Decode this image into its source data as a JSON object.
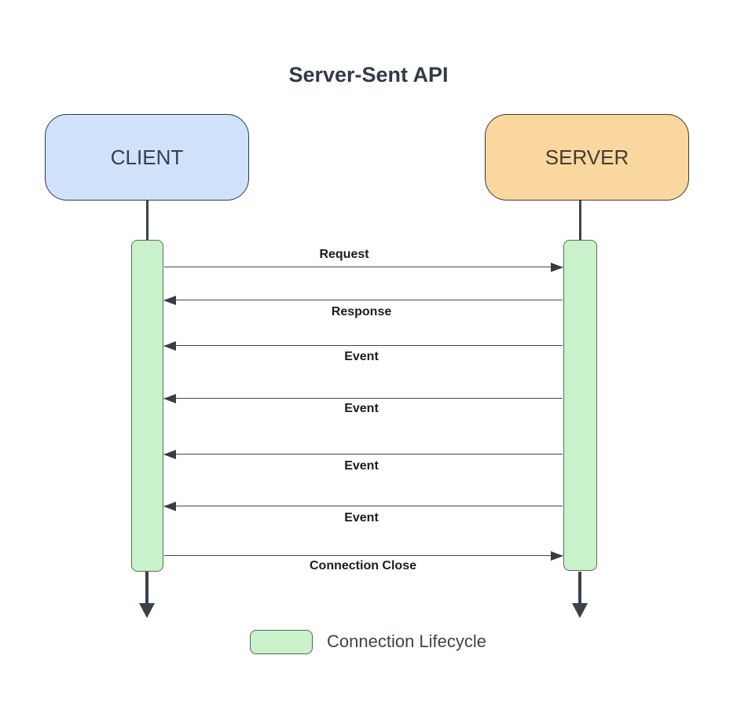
{
  "title": "Server-Sent API",
  "actors": {
    "client": {
      "label": "CLIENT",
      "fill": "#cfe2f9"
    },
    "server": {
      "label": "SERVER",
      "fill": "#f9d79f"
    }
  },
  "messages": [
    {
      "label": "Request",
      "from": "CLIENT",
      "to": "SERVER",
      "direction": "right"
    },
    {
      "label": "Response",
      "from": "SERVER",
      "to": "CLIENT",
      "direction": "left"
    },
    {
      "label": "Event",
      "from": "SERVER",
      "to": "CLIENT",
      "direction": "left"
    },
    {
      "label": "Event",
      "from": "SERVER",
      "to": "CLIENT",
      "direction": "left"
    },
    {
      "label": "Event",
      "from": "SERVER",
      "to": "CLIENT",
      "direction": "left"
    },
    {
      "label": "Event",
      "from": "SERVER",
      "to": "CLIENT",
      "direction": "left"
    },
    {
      "label": "Connection Close",
      "from": "CLIENT",
      "to": "SERVER",
      "direction": "right"
    }
  ],
  "legend": {
    "label": "Connection Lifecycle",
    "swatch_color": "#c9f2cb"
  },
  "colors": {
    "client_fill": "#cfe2f9",
    "server_fill": "#f9d79f",
    "activation_fill": "#c9f2cb",
    "line": "#42484e",
    "title_text": "#323a47",
    "label_text": "#1c1c1c"
  }
}
